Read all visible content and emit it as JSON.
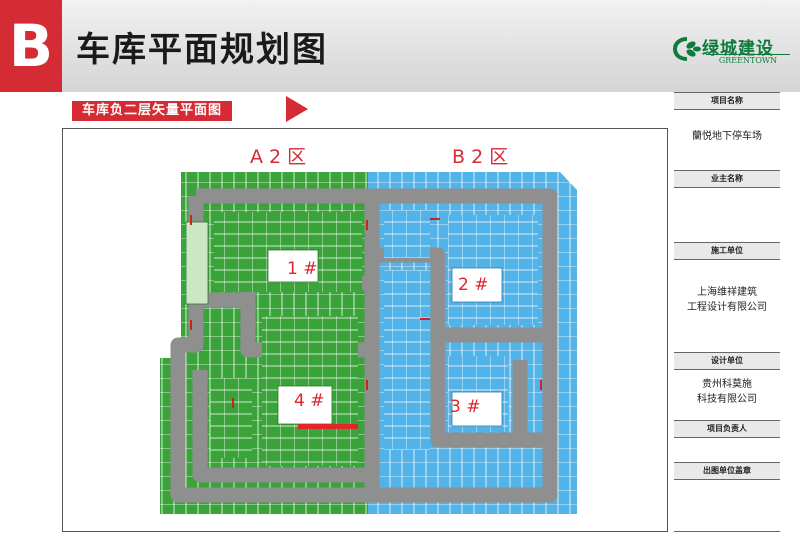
{
  "header": {
    "badge": "B",
    "title": "车库平面规划图",
    "logo_cn": "绿城建设",
    "logo_en": "GREENTOWN"
  },
  "subtitle": "车库负二层矢量平面图",
  "plan": {
    "zone_a": "A 2 区",
    "zone_b": "B 2 区",
    "building_1": "1 #",
    "building_2": "2 #",
    "building_3": "3 #",
    "building_4": "4 #",
    "colors": {
      "zone_a": "#3aa33a",
      "zone_b": "#52b3e8",
      "road": "#8f8f8f",
      "marker": "#e0252b"
    }
  },
  "info_panel": {
    "rows": [
      {
        "label": "项目名称",
        "value": [
          "蘭悦地下停车场"
        ]
      },
      {
        "label": "业主名称",
        "value": []
      },
      {
        "label": "施工单位",
        "value": [
          "上海维祥建筑",
          "工程设计有限公司"
        ]
      },
      {
        "label": "设计单位",
        "value": [
          "贵州科莫施",
          "科技有限公司"
        ]
      },
      {
        "label": "项目负责人",
        "value": []
      },
      {
        "label": "出图单位盖章",
        "value": []
      }
    ]
  }
}
